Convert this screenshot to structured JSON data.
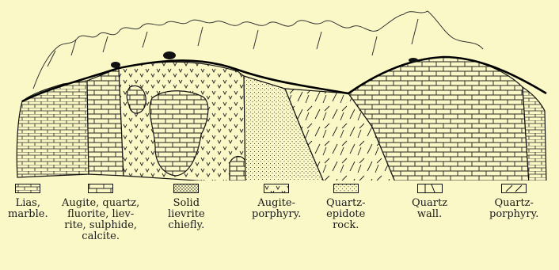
{
  "legend": [
    {
      "id": "lias",
      "label": "Lias,\nmarble.",
      "pattern": "brick"
    },
    {
      "id": "augite-quartz",
      "label": "Augite, quartz,\nfluorite, liev-\nrite, sulphide,\ncalcite.",
      "pattern": "brick-large"
    },
    {
      "id": "lievrite",
      "label": "Solid\nlievrite\nchiefly.",
      "pattern": "stipple-dense"
    },
    {
      "id": "augite-porphyry",
      "label": "Augite-\nporphyry.",
      "pattern": "ticks"
    },
    {
      "id": "quartz-epidote",
      "label": "Quartz-\nepidote\nrock.",
      "pattern": "dots"
    },
    {
      "id": "quartz-wall",
      "label": "Quartz\nwall.",
      "pattern": "box-lines"
    },
    {
      "id": "quartz-porphyry",
      "label": "Quartz-\nporphyry.",
      "pattern": "slashes"
    }
  ],
  "colors": {
    "paper": "#fbf8c7",
    "ink": "#1a1a1a"
  }
}
